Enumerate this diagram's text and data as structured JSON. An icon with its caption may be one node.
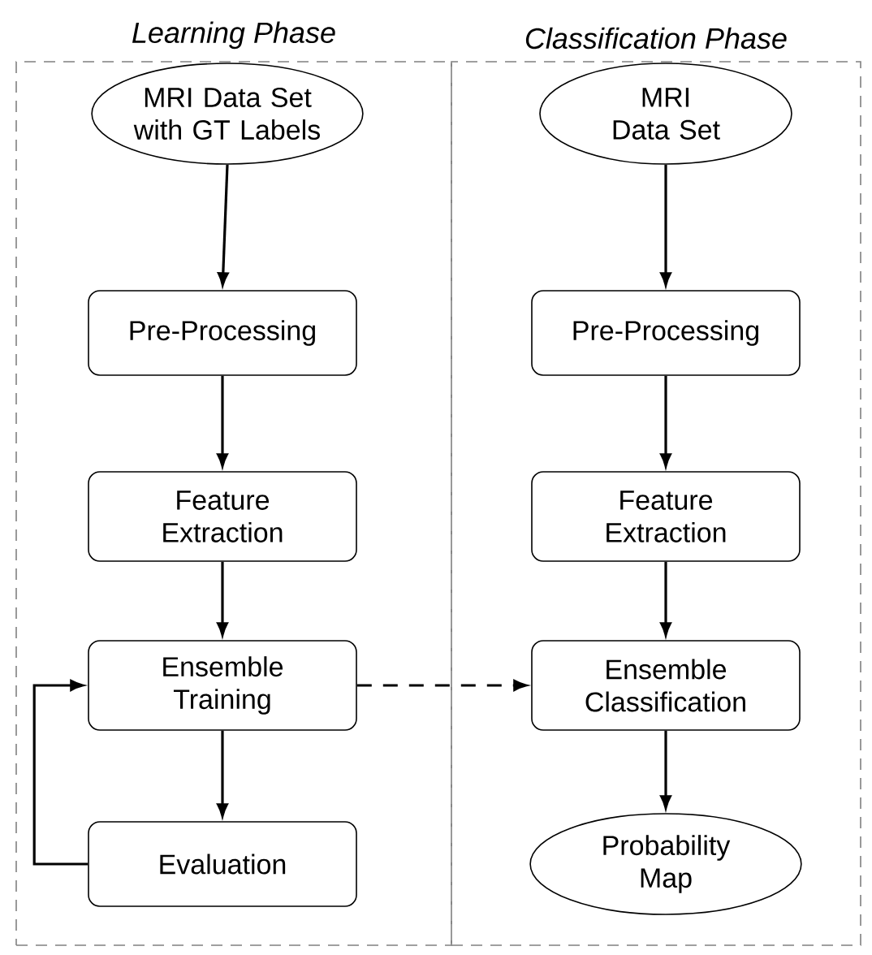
{
  "diagram": {
    "nodes": [
      {
        "text": [
          "Learning Phase"
        ]
      },
      {
        "text": [
          "MRI Data Set with GT Labels"
        ],
        "in": 0
      },
      {
        "text": [
          "Pre-Processing"
        ],
        "in": 0
      },
      {
        "text": [
          "Feature Extraction"
        ],
        "in": 0
      },
      {
        "text": [
          "Ensemble Training"
        ],
        "in": 0
      },
      {
        "text": [
          "Evaluation"
        ],
        "in": 0
      },
      {
        "text": [
          "Classification Phase"
        ]
      },
      {
        "text": [
          "MRI Data Set"
        ],
        "in": 6
      },
      {
        "text": [
          "Pre-Processing"
        ],
        "in": 6
      },
      {
        "text": [
          "Feature Extraction"
        ],
        "in": 6
      },
      {
        "text": [
          "Ensemble Classification"
        ],
        "in": 6
      },
      {
        "text": [
          "Probability Map"
        ],
        "in": 6
      }
    ],
    "edges": [
      {
        "from": 1,
        "to": 2,
        "arrow": "to"
      },
      {
        "from": 2,
        "to": 3,
        "arrow": "to"
      },
      {
        "from": 3,
        "to": 4,
        "arrow": "to"
      },
      {
        "from": 4,
        "to": 5,
        "arrow": "to"
      },
      {
        "from": 5,
        "to": 4,
        "arrow": "to"
      },
      {
        "from": 4,
        "to": 10,
        "arrow": "to",
        "style": "dashed"
      },
      {
        "from": 7,
        "to": 8,
        "arrow": "to"
      },
      {
        "from": 8,
        "to": 9,
        "arrow": "to"
      },
      {
        "from": 9,
        "to": 10,
        "arrow": "to"
      },
      {
        "from": 10,
        "to": 11,
        "arrow": "to"
      }
    ]
  }
}
